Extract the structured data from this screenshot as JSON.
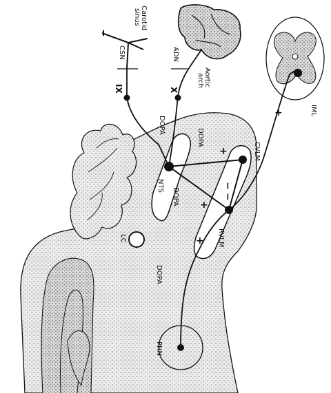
{
  "labels": {
    "carotid_sinus_line1": "Carotid",
    "carotid_sinus_line2": "sinus",
    "csn": "CSN",
    "adn": "ADN",
    "aortic_arch_line1": "Aortic",
    "aortic_arch_line2": "arch",
    "nerve_ix": "IX",
    "nerve_x": "X",
    "dopa_top": "DOPA",
    "dopa_mid": "DOPA",
    "dopa_lower": "DOPA",
    "dopa_bottom": "DOPA",
    "nts": "NTS",
    "cvlm": "CVLM",
    "rvlm": "RVLM",
    "lc": "LC",
    "iml": "IML",
    "phn": "PHN"
  },
  "signs": {
    "plus_spinal": "+",
    "plus_cvlm_top": "+",
    "plus_mid": "+",
    "plus_left": "+",
    "minus_top": "−",
    "minus_bottom": "−"
  },
  "colors": {
    "ink": "#111111",
    "stipple": "#bdbdbd",
    "background": "#ffffff"
  }
}
